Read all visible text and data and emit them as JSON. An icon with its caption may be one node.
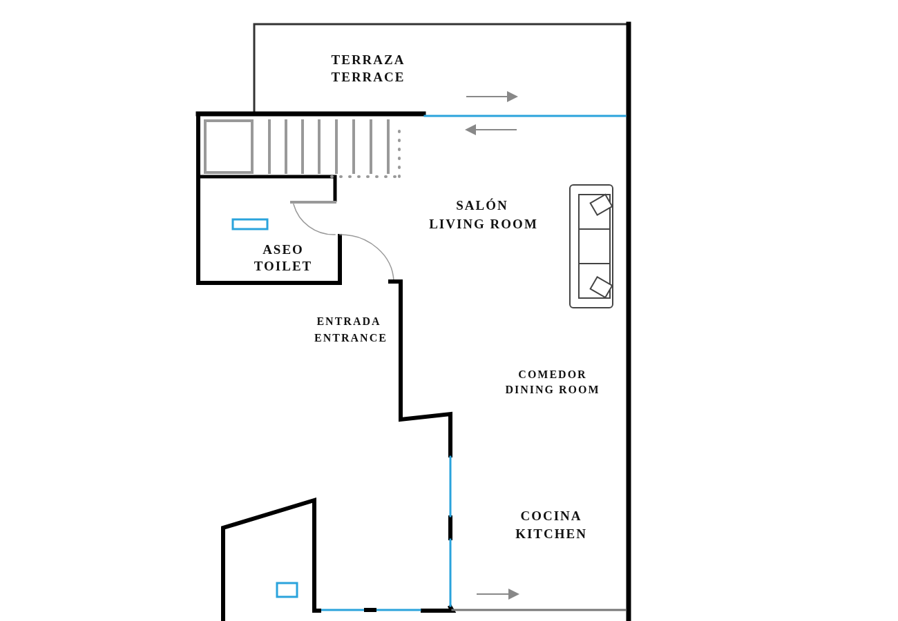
{
  "diagram": {
    "labels": [
      "TERRAZA",
      "TERRACE",
      "SALÓN",
      "LIVING ROOM",
      "ASEO",
      "TOILET",
      "ENTRADA",
      "ENTRANCE",
      "COMEDOR",
      "DINING ROOM",
      "COCINA",
      "KITCHEN"
    ]
  }
}
